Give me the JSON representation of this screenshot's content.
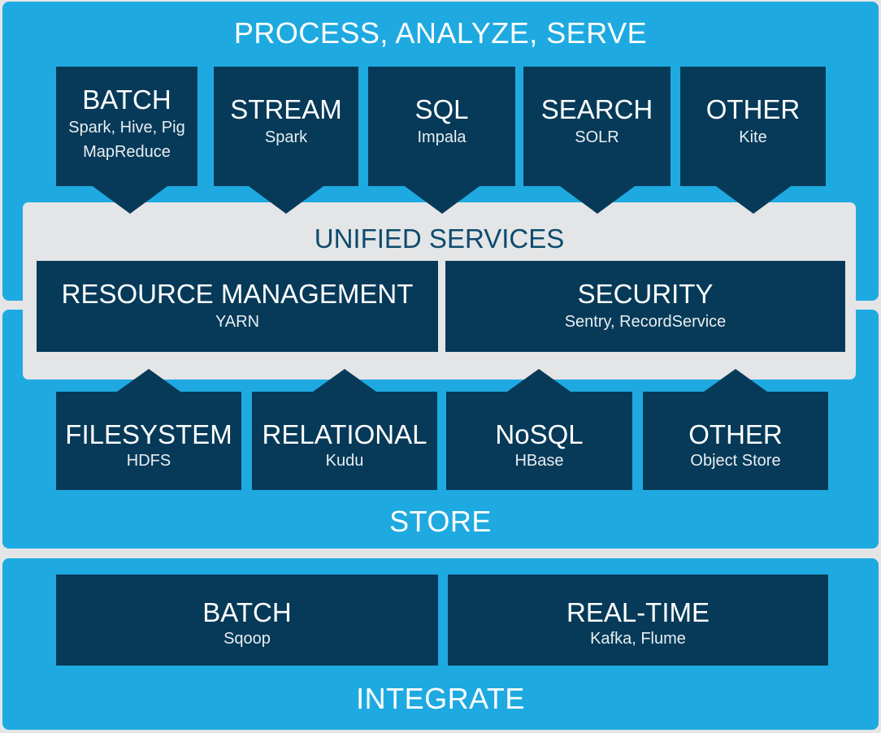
{
  "process": {
    "title": "PROCESS, ANALYZE, SERVE",
    "items": [
      {
        "title": "BATCH",
        "sub": "Spark, Hive, Pig",
        "sub2": "MapReduce"
      },
      {
        "title": "STREAM",
        "sub": "Spark"
      },
      {
        "title": "SQL",
        "sub": "Impala"
      },
      {
        "title": "SEARCH",
        "sub": "SOLR"
      },
      {
        "title": "OTHER",
        "sub": "Kite"
      }
    ]
  },
  "unified": {
    "title": "UNIFIED SERVICES",
    "items": [
      {
        "title": "RESOURCE MANAGEMENT",
        "sub": "YARN"
      },
      {
        "title": "SECURITY",
        "sub": "Sentry, RecordService"
      }
    ]
  },
  "store": {
    "title": "STORE",
    "items": [
      {
        "title": "FILESYSTEM",
        "sub": "HDFS"
      },
      {
        "title": "RELATIONAL",
        "sub": "Kudu"
      },
      {
        "title": "NoSQL",
        "sub": "HBase"
      },
      {
        "title": "OTHER",
        "sub": "Object Store"
      }
    ]
  },
  "integrate": {
    "title": "INTEGRATE",
    "items": [
      {
        "title": "BATCH",
        "sub": "Sqoop"
      },
      {
        "title": "REAL-TIME",
        "sub": "Kafka, Flume"
      }
    ]
  },
  "colors": {
    "panel_blue": "#1eaae1",
    "box_navy": "#063a58",
    "services_grey": "#e4e5e7"
  }
}
